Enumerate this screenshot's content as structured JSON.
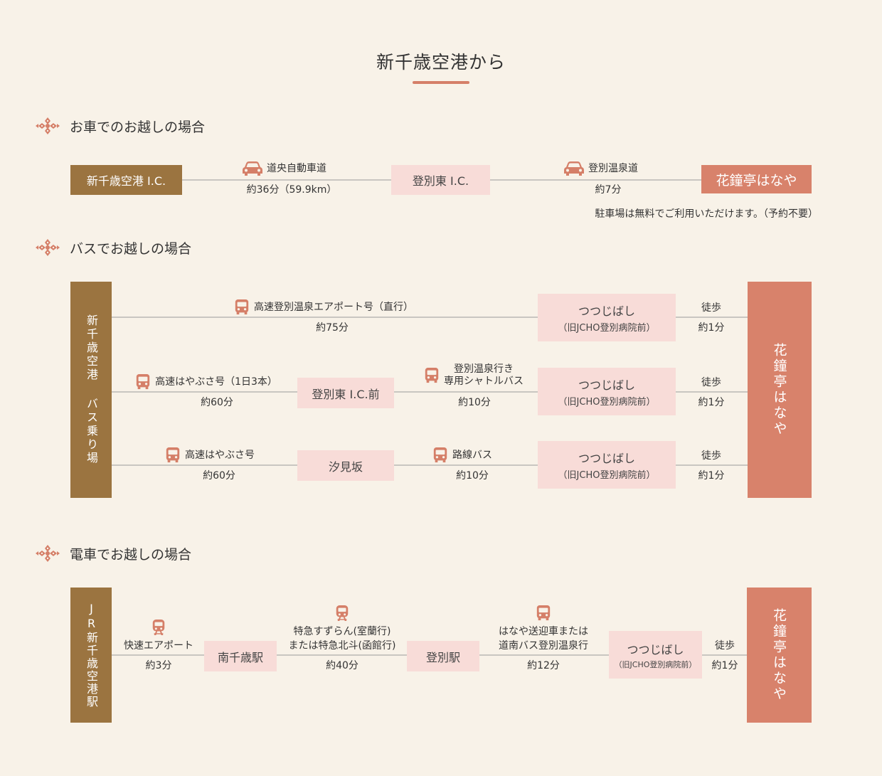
{
  "title": "新千歳空港から",
  "colors": {
    "accent": "#d57f68",
    "brown": "#9b7440",
    "pink": "#f8dcd8",
    "salmon": "#d8826b",
    "background": "#f8f2e8"
  },
  "car": {
    "heading": "お車でのお越しの場合",
    "start": "新千歳空港 I.C.",
    "mid": "登別東 I.C.",
    "dest": "花鐘亭はなや",
    "leg1": {
      "route": "道央自動車道",
      "time": "約36分（59.9km）"
    },
    "leg2": {
      "route": "登別温泉道",
      "time": "約7分"
    },
    "note": "駐車場は無料でご利用いただけます。（予約不要）"
  },
  "bus": {
    "heading": "バスでお越しの場合",
    "start": "新千歳空港 バス乗り場",
    "dest": "花鐘亭はなや",
    "stop_name": "つつじばし",
    "stop_sub": "（旧JCHO登別病院前）",
    "walk": "徒歩",
    "walk_time": "約1分",
    "row1": {
      "route": "高速登別温泉エアポート号（直行）",
      "time": "約75分"
    },
    "row2": {
      "route1": "高速はやぶさ号（1日3本）",
      "time1": "約60分",
      "mid": "登別東 I.C.前",
      "route2_line1": "登別温泉行き",
      "route2_line2": "専用シャトルバス",
      "time2": "約10分"
    },
    "row3": {
      "route1": "高速はやぶさ号",
      "time1": "約60分",
      "mid": "汐見坂",
      "route2": "路線バス",
      "time2": "約10分"
    }
  },
  "train": {
    "heading": "電車でお越しの場合",
    "start": "JR新千歳空港駅",
    "dest": "花鐘亭はなや",
    "leg1": {
      "route": "快速エアポート",
      "time": "約3分"
    },
    "stop1": "南千歳駅",
    "leg2": {
      "route_line1": "特急すずらん(室蘭行)",
      "route_line2": "または特急北斗(函館行)",
      "time": "約40分"
    },
    "stop2": "登別駅",
    "leg3": {
      "route_line1": "はなや送迎車または",
      "route_line2": "道南バス登別温泉行",
      "time": "約12分"
    },
    "stop3": "つつじばし",
    "stop3_sub": "（旧JCHO登別病院前）",
    "walk": "徒歩",
    "walk_time": "約1分"
  },
  "icons": {
    "heading": "flower-crest-icon",
    "car": "car-icon",
    "bus": "bus-icon",
    "train": "train-icon"
  }
}
